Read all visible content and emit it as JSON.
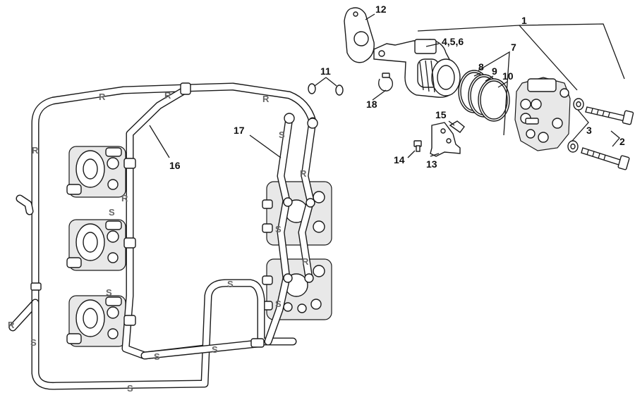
{
  "callouts": {
    "c1": "1",
    "c2": "2",
    "c3": "3",
    "c456": "4,5,6",
    "c7": "7",
    "c8": "8",
    "c9": "9",
    "c10": "10",
    "c11": "11",
    "c12": "12",
    "c13": "13",
    "c14": "14",
    "c15": "15",
    "c16": "16",
    "c17": "17",
    "c18": "18"
  },
  "hose_labels": {
    "return": "R",
    "supply": "S"
  }
}
